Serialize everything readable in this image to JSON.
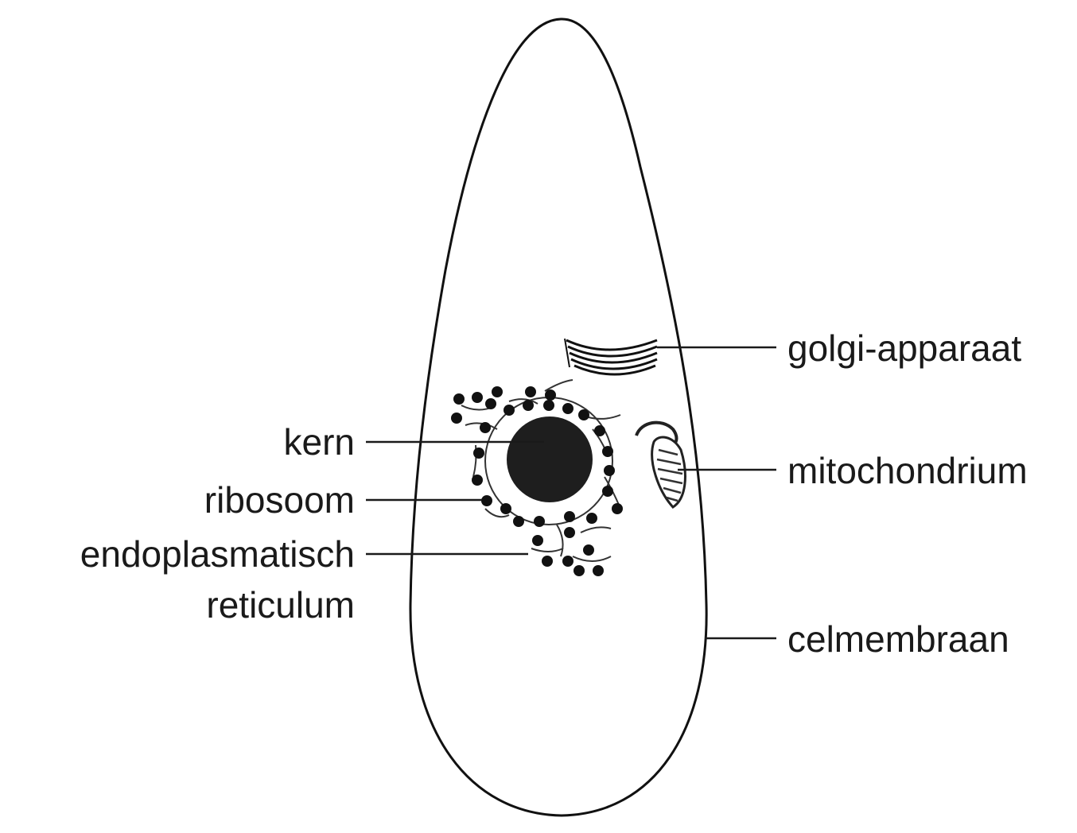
{
  "labels": {
    "golgi": "golgi-apparaat",
    "mitochondrium": "mitochondrium",
    "celmembraan": "celmembraan",
    "kern": "kern",
    "ribosoom": "ribosoom",
    "er_line1": "endoplasmatisch",
    "er_line2": "reticulum"
  },
  "colors": {
    "outline": "#111111",
    "nucleus": "#1e1e1e",
    "ribosome": "#111111",
    "background": "#ffffff"
  }
}
